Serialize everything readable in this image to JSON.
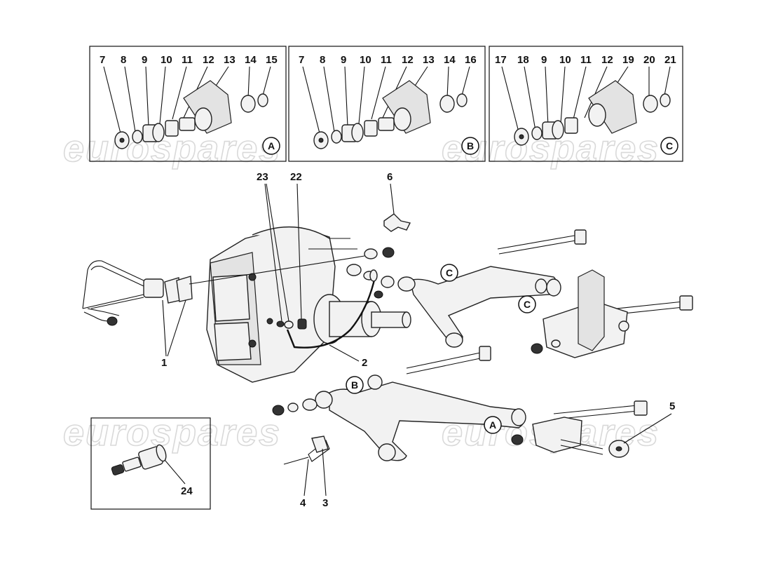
{
  "watermark": "eurospares",
  "detail_boxes": [
    {
      "ref": "A",
      "labels": [
        "7",
        "8",
        "9",
        "10",
        "11",
        "12",
        "13",
        "14",
        "15"
      ]
    },
    {
      "ref": "B",
      "labels": [
        "7",
        "8",
        "9",
        "10",
        "11",
        "12",
        "13",
        "14",
        "16"
      ]
    },
    {
      "ref": "C",
      "labels": [
        "17",
        "18",
        "9",
        "10",
        "11",
        "12",
        "19",
        "20",
        "21"
      ]
    }
  ],
  "callouts": [
    "1",
    "2",
    "3",
    "4",
    "5",
    "6",
    "22",
    "23",
    "24"
  ],
  "view_refs": [
    "A",
    "B",
    "C"
  ]
}
